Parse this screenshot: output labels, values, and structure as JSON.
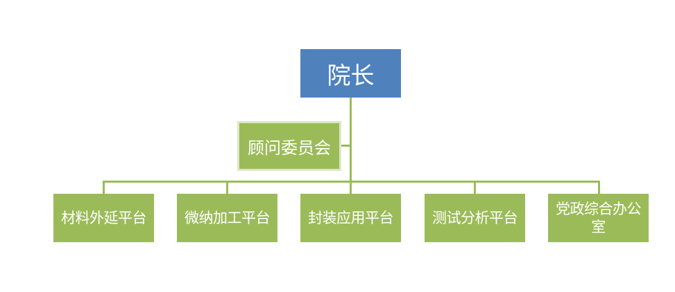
{
  "root": {
    "label": "院长"
  },
  "advisory": {
    "label": "顾问委员会"
  },
  "units": [
    {
      "label": "材料外延平台"
    },
    {
      "label": "微纳加工平台"
    },
    {
      "label": "封装应用平台"
    },
    {
      "label": "测试分析平台"
    },
    {
      "label": "党政综合办公室"
    }
  ],
  "colors": {
    "root_fill": "#4f81bd",
    "node_fill": "#9bbb59",
    "connector": "#9bbb59",
    "advisory_border": "#dde8c8",
    "text": "#ffffff"
  }
}
